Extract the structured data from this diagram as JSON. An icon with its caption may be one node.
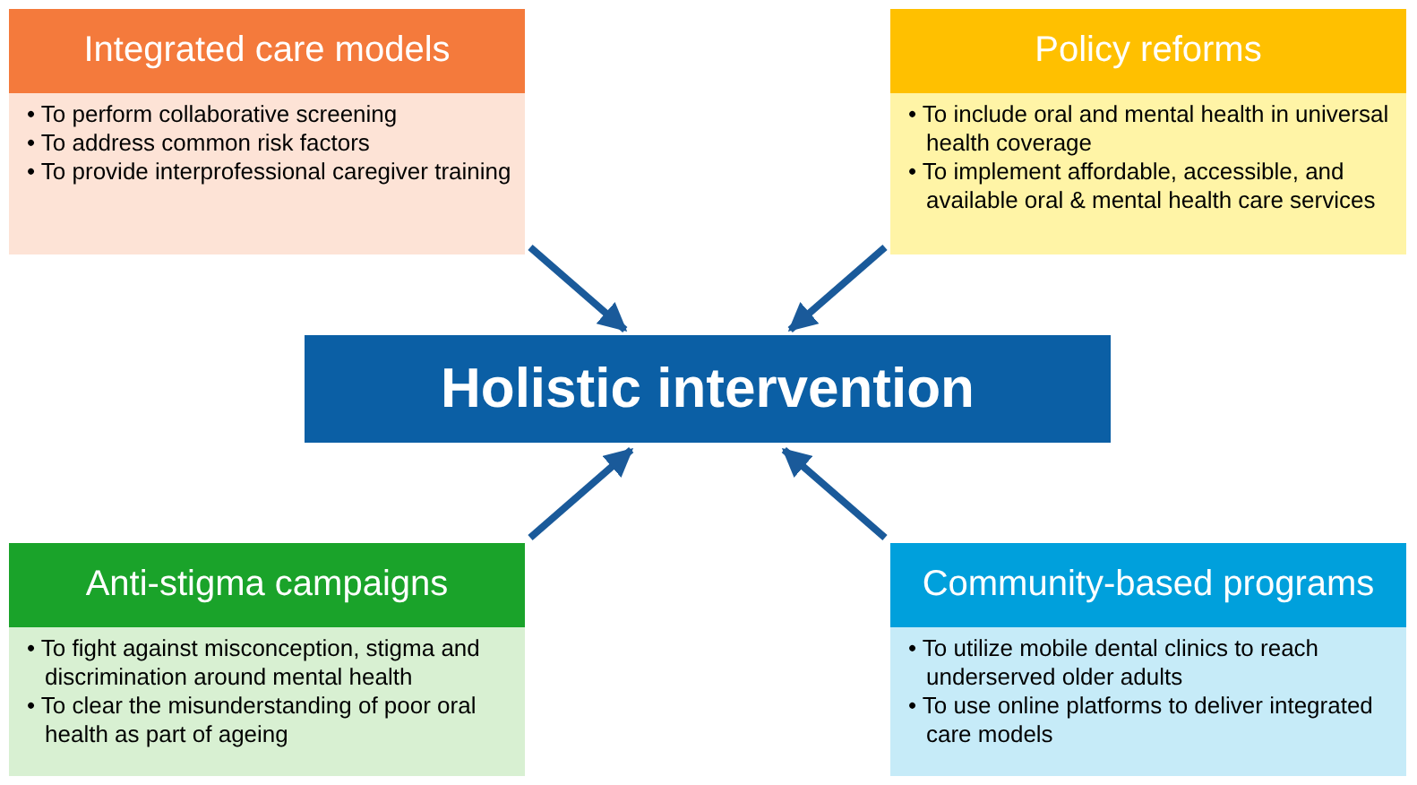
{
  "diagram": {
    "nodes": [
      {
        "text": [
          "Integrated care models",
          "• To perform collaborative screening",
          "• To address common risk factors",
          "• To provide interprofessional caregiver training"
        ]
      },
      {
        "text": [
          "Policy reforms",
          "• To include oral and mental health in universal health coverage",
          "• To implement affordable, accessible, and available oral & mental health care services"
        ]
      },
      {
        "text": [
          "Holistic intervention"
        ]
      },
      {
        "text": [
          "Anti-stigma campaigns",
          "• To fight against misconception, stigma and discrimination around mental health",
          "• To clear the misunderstanding of poor oral health as part of ageing"
        ]
      },
      {
        "text": [
          "Community-based programs",
          "• To utilize mobile dental clinics to reach underserved older adults",
          "• To use online platforms to deliver integrated care models"
        ]
      }
    ],
    "edges": [
      {
        "from": 0,
        "to": 2,
        "arrow": "to"
      },
      {
        "from": 1,
        "to": 2,
        "arrow": "to"
      },
      {
        "from": 3,
        "to": 2,
        "arrow": "to"
      },
      {
        "from": 4,
        "to": 2,
        "arrow": "to"
      }
    ]
  }
}
